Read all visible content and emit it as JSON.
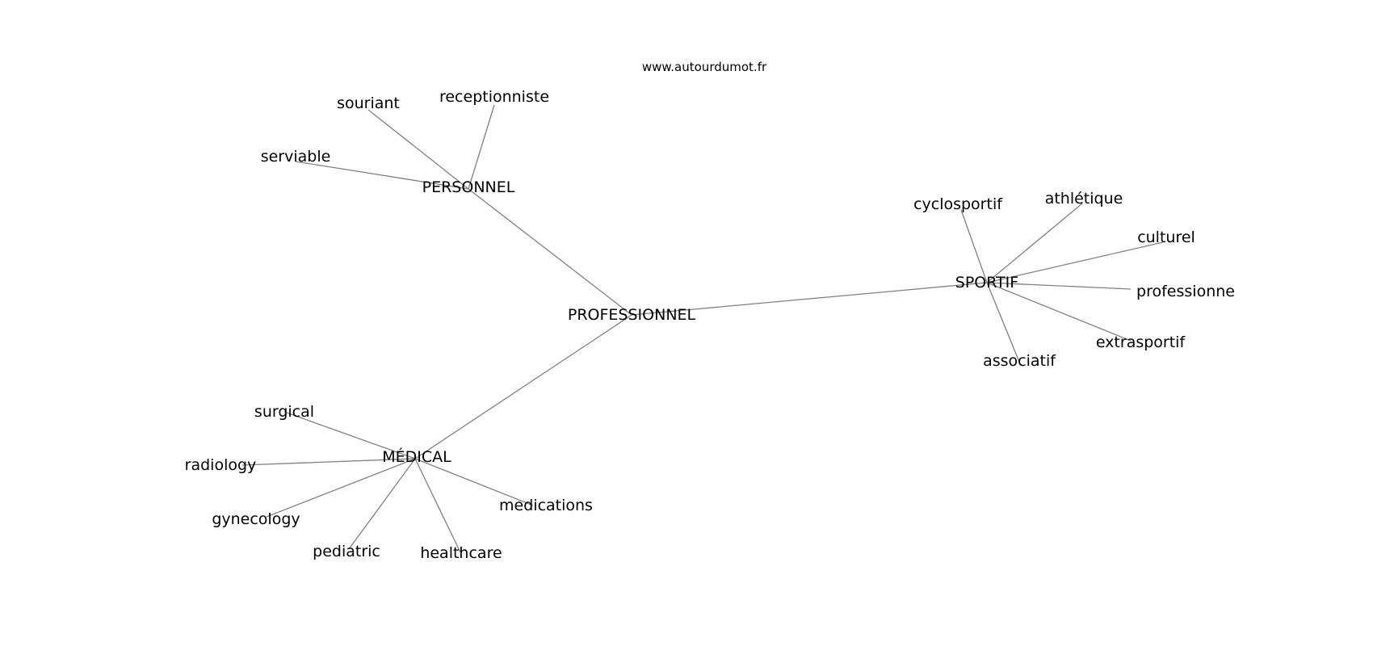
{
  "watermark": "www.autourdumot.fr",
  "root": "PROFESSIONNEL",
  "clusters": [
    {
      "hub": "PERSONNEL",
      "words": [
        "souriant",
        "receptionniste",
        "serviable"
      ]
    },
    {
      "hub": "SPORTIF",
      "words": [
        "cyclosportif",
        "athlétique",
        "culturel",
        "professionne",
        "extrasportif",
        "associatif"
      ]
    },
    {
      "hub": "MÉDICAL",
      "words": [
        "surgical",
        "radiology",
        "gynecology",
        "pediatric",
        "healthcare",
        "medications"
      ]
    }
  ],
  "colors": {
    "edge": "#808080",
    "text": "#000000",
    "background": "#ffffff"
  }
}
